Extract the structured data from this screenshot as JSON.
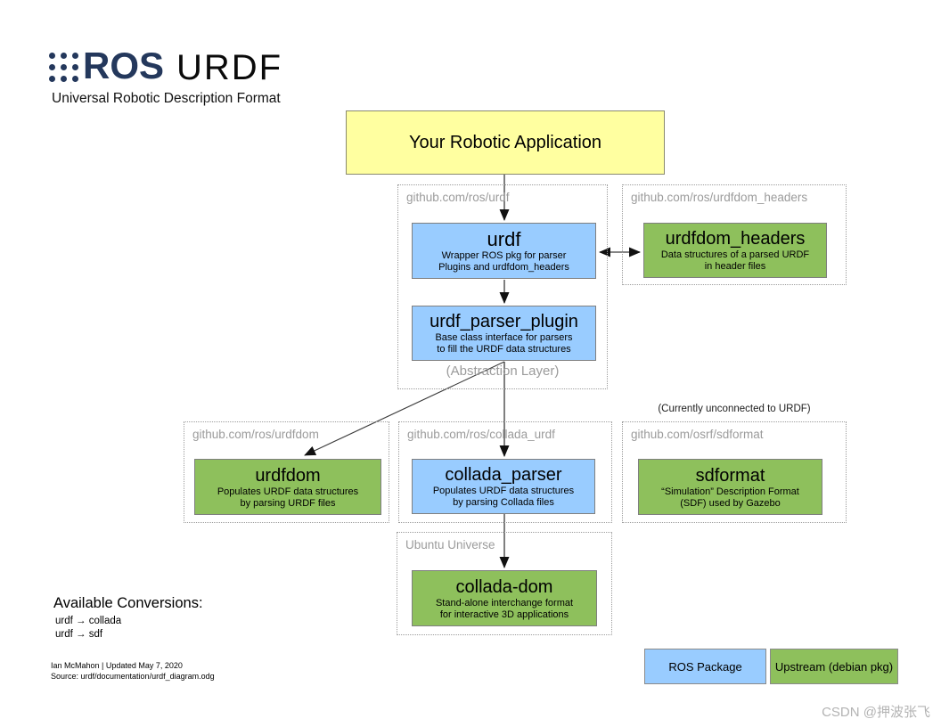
{
  "header": {
    "logo_text": "ROS",
    "title": "URDF",
    "subtitle": "Universal Robotic Description Format"
  },
  "app_box": {
    "label": "Your Robotic Application"
  },
  "groups": {
    "urdf": {
      "label": "github.com/ros/urdf"
    },
    "urdfdom_headers": {
      "label": "github.com/ros/urdfdom_headers"
    },
    "urdfdom": {
      "label": "github.com/ros/urdfdom"
    },
    "collada_urdf": {
      "label": "github.com/ros/collada_urdf"
    },
    "sdformat": {
      "label": "github.com/osrf/sdformat"
    },
    "ubuntu": {
      "label": "Ubuntu Universe"
    }
  },
  "nodes": {
    "urdf": {
      "title": "urdf",
      "type": "ROS Package",
      "desc1": "Wrapper ROS pkg for parser",
      "desc2": "Plugins and urdfdom_headers"
    },
    "urdfdom_headers": {
      "title": "urdfdom_headers",
      "type": "Upstream (debian pkg)",
      "desc1": "Data structures of a parsed URDF",
      "desc2": "in header files"
    },
    "urdf_parser_plugin": {
      "title": "urdf_parser_plugin",
      "type": "ROS Package",
      "desc1": "Base class interface for parsers",
      "desc2": "to fill the URDF data structures"
    },
    "urdfdom": {
      "title": "urdfdom",
      "type": "Upstream (debian pkg)",
      "desc1": "Populates URDF data structures",
      "desc2": "by parsing URDF files"
    },
    "collada_parser": {
      "title": "collada_parser",
      "type": "ROS Package",
      "desc1": "Populates URDF data structures",
      "desc2": "by parsing Collada files"
    },
    "sdformat": {
      "title": "sdformat",
      "type": "Upstream (debian pkg)",
      "desc1": "“Simulation” Description Format",
      "desc2": "(SDF) used by Gazebo"
    },
    "collada_dom": {
      "title": "collada-dom",
      "type": "Upstream (debian pkg)",
      "desc1": "Stand-alone interchange format",
      "desc2": "for interactive 3D applications"
    }
  },
  "annotations": {
    "abstraction_layer": "(Abstraction Layer)",
    "unconnected": "(Currently unconnected to URDF)"
  },
  "conversions": {
    "heading": "Available Conversions:",
    "items": [
      "urdf → collada",
      "urdf → sdf"
    ]
  },
  "footer": {
    "credit": "Ian McMahon | Updated May 7, 2020",
    "source": "Source: urdf/documentation/urdf_diagram.odg"
  },
  "legend": {
    "ros_package": "ROS Package",
    "upstream": "Upstream (debian pkg)"
  },
  "watermark": "CSDN @押波张飞",
  "colors": {
    "ros_package": "#99CCFF",
    "upstream_package": "#8EC05C",
    "app_box": "#FFFFA0",
    "brand_navy": "#24385C",
    "group_label": "#9B9B9B"
  }
}
